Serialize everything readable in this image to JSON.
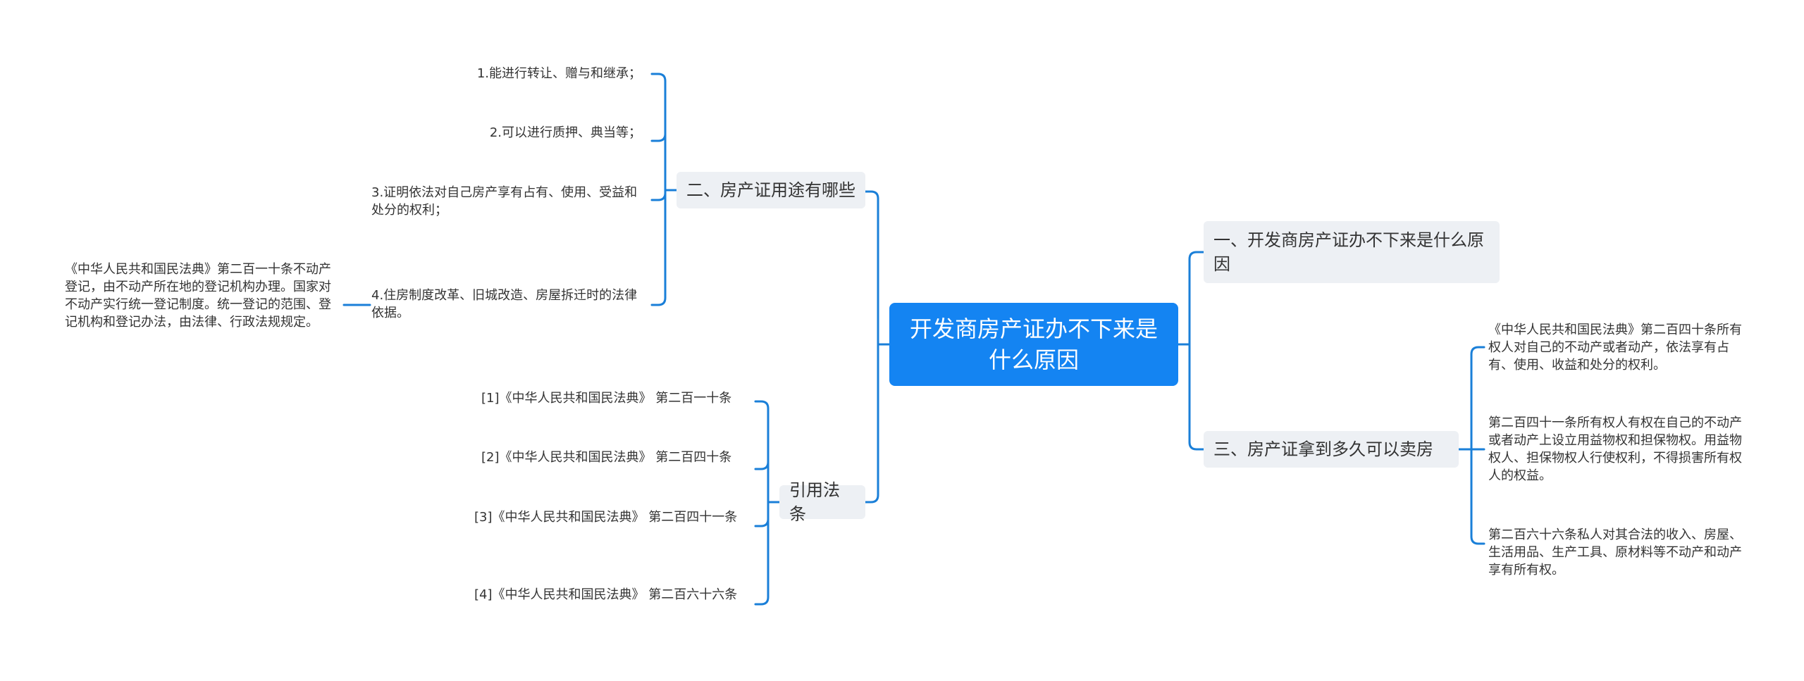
{
  "root": {
    "title": "开发商房产证办不下来是什么原因"
  },
  "branches": {
    "b1": {
      "title": "一、开发商房产证办不下来是什么原因"
    },
    "b2": {
      "title": "二、房产证用途有哪些",
      "items": [
        "1.能进行转让、赠与和继承；",
        "2.可以进行质押、典当等；",
        "3.证明依法对自己房产享有占有、使用、受益和处分的权利；",
        "4.住房制度改革、旧城改造、房屋拆迁时的法律依据。"
      ],
      "sub_note": "《中华人民共和国民法典》第二百一十条不动产登记，由不动产所在地的登记机构办理。国家对不动产实行统一登记制度。统一登记的范围、登记机构和登记办法，由法律、行政法规规定。"
    },
    "b3": {
      "title": "三、房产证拿到多久可以卖房",
      "items": [
        "《中华人民共和国民法典》第二百四十条所有权人对自己的不动产或者动产，依法享有占有、使用、收益和处分的权利。",
        "第二百四十一条所有权人有权在自己的不动产或者动产上设立用益物权和担保物权。用益物权人、担保物权人行使权利，不得损害所有权人的权益。",
        "第二百六十六条私人对其合法的收入、房屋、生活用品、生产工具、原材料等不动产和动产享有所有权。"
      ]
    },
    "b4": {
      "title": "引用法条",
      "items": [
        "[1]《中华人民共和国民法典》 第二百一十条",
        "[2]《中华人民共和国民法典》 第二百四十条",
        "[3]《中华人民共和国民法典》 第二百四十一条",
        "[4]《中华人民共和国民法典》 第二百六十六条"
      ]
    }
  },
  "colors": {
    "root_fill": "#1484f2",
    "branch_fill": "#edf0f4",
    "line": "#1a7fd8",
    "text": "#333333"
  }
}
